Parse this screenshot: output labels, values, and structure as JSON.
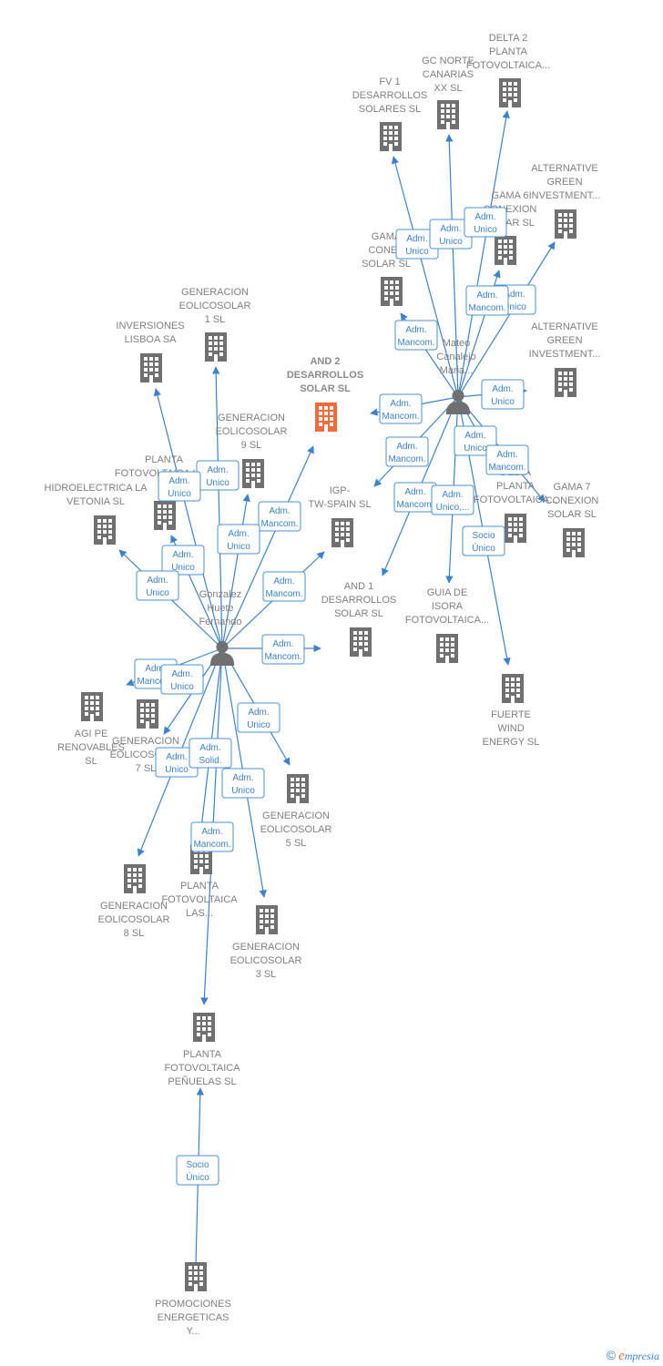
{
  "colors": {
    "edge": "#3b83d1",
    "building": "#707070",
    "focus": "#f06a3c",
    "person": "#707070",
    "label": "#7f7f7f"
  },
  "nodes": [
    {
      "id": "and2",
      "type": "company",
      "focus": true,
      "lines": [
        "AND 2",
        "DESARROLLOS",
        "SOLAR SL"
      ]
    },
    {
      "id": "delta2",
      "type": "company",
      "lines": [
        "DELTA 2",
        "PLANTA",
        "FOTOVOLTAICA..."
      ]
    },
    {
      "id": "gcnorte",
      "type": "company",
      "lines": [
        "GC NORTE",
        "CANARIAS",
        "XX SL"
      ]
    },
    {
      "id": "fv1",
      "type": "company",
      "lines": [
        "FV 1",
        "DESARROLLOS",
        "SOLARES SL"
      ]
    },
    {
      "id": "altgreen1",
      "type": "company",
      "lines": [
        "ALTERNATIVE",
        "GREEN",
        "INVESTMENT..."
      ]
    },
    {
      "id": "gama6",
      "type": "company",
      "lines": [
        "GAMA 6",
        "CONEXION",
        "SOLAR SL"
      ]
    },
    {
      "id": "gamaX",
      "type": "company",
      "lines": [
        "GAMA",
        "CONEX",
        "SOLAR SL"
      ]
    },
    {
      "id": "altgreen2",
      "type": "company",
      "lines": [
        "ALTERNATIVE",
        "GREEN",
        "INVESTMENT..."
      ]
    },
    {
      "id": "mateo",
      "type": "person",
      "lines": [
        "Mateo",
        "Canalejo",
        "Maria..."
      ]
    },
    {
      "id": "geneol1",
      "type": "company",
      "lines": [
        "GENERACION",
        "EOLICOSOLAR",
        "1 SL"
      ]
    },
    {
      "id": "invlisboa",
      "type": "company",
      "lines": [
        "INVERSIONES",
        "LISBOA SA"
      ]
    },
    {
      "id": "geneol9",
      "type": "company",
      "lines": [
        "GENERACION",
        "EOLICOSOLAR",
        "9 SL"
      ]
    },
    {
      "id": "plantafotov",
      "type": "company",
      "lines": [
        "PLANTA",
        "FOTOVOLTAICA LA..."
      ]
    },
    {
      "id": "hidro",
      "type": "company",
      "lines": [
        "HIDROELECTRICA LA",
        "VETONIA SL"
      ]
    },
    {
      "id": "igp",
      "type": "company",
      "lines": [
        "IGP-",
        "TW-SPAIN SL"
      ]
    },
    {
      "id": "and1",
      "type": "company",
      "lines": [
        "AND 1",
        "DESARROLLOS",
        "SOLAR SL"
      ]
    },
    {
      "id": "guia",
      "type": "company",
      "lines": [
        "GUIA DE",
        "ISORA",
        "FOTOVOLTAICA..."
      ]
    },
    {
      "id": "delta_planta",
      "type": "company",
      "lines": [
        "DELTA",
        "PLANTA",
        "FOTOVOLTAICA..."
      ]
    },
    {
      "id": "gama7",
      "type": "company",
      "lines": [
        "GAMA 7",
        "CONEXION",
        "SOLAR SL"
      ]
    },
    {
      "id": "fuerte",
      "type": "company",
      "lines": [
        "FUERTE",
        "WIND",
        "ENERGY SL"
      ]
    },
    {
      "id": "gonzalez",
      "type": "person",
      "lines": [
        "Gonzalez",
        "Huete",
        "Fernando"
      ]
    },
    {
      "id": "agipe",
      "type": "company",
      "lines": [
        "AGI PE",
        "RENOVABLES",
        "SL"
      ]
    },
    {
      "id": "geneol7",
      "type": "company",
      "lines": [
        "GENERACION",
        "EOLICOSOLAR",
        "7 SL"
      ]
    },
    {
      "id": "geneol5",
      "type": "company",
      "lines": [
        "GENERACION",
        "EOLICOSOLAR",
        "5 SL"
      ]
    },
    {
      "id": "geneol8",
      "type": "company",
      "lines": [
        "GENERACION",
        "EOLICOSOLAR",
        "8 SL"
      ]
    },
    {
      "id": "plantalas",
      "type": "company",
      "lines": [
        "PLANTA",
        "FOTOVOLTAICA",
        "LAS..."
      ]
    },
    {
      "id": "geneol3",
      "type": "company",
      "lines": [
        "GENERACION",
        "EOLICOSOLAR",
        "3 SL"
      ]
    },
    {
      "id": "penuelas",
      "type": "company",
      "lines": [
        "PLANTA",
        "FOTOVOLTAICA",
        "PEÑUELAS SL"
      ]
    },
    {
      "id": "promociones",
      "type": "company",
      "lines": [
        "PROMOCIONES",
        "ENERGETICAS",
        "Y..."
      ]
    }
  ],
  "relations": [
    {
      "id": "r_fv1",
      "lines": [
        "Adm.",
        "Unico"
      ]
    },
    {
      "id": "r_gcnorte",
      "lines": [
        "Adm.",
        "Unico"
      ]
    },
    {
      "id": "r_delta2",
      "lines": [
        "Adm.",
        "Unico"
      ]
    },
    {
      "id": "r_gama6",
      "lines": [
        "Adm.",
        "Unico"
      ]
    },
    {
      "id": "r_gama6b",
      "lines": [
        "Adm.",
        "Mancom."
      ]
    },
    {
      "id": "r_gamaX",
      "lines": [
        "Adm.",
        "Mancom."
      ]
    },
    {
      "id": "r_alt2",
      "lines": [
        "Adm.",
        "Unico"
      ]
    },
    {
      "id": "r_and2_m",
      "lines": [
        "Adm.",
        "Mancom."
      ]
    },
    {
      "id": "r_m_igp",
      "lines": [
        "Adm.",
        "Mancom."
      ]
    },
    {
      "id": "r_m_guia",
      "lines": [
        "Adm.",
        "Unico"
      ]
    },
    {
      "id": "r_m_delta",
      "lines": [
        "Adm.",
        "Mancom."
      ]
    },
    {
      "id": "r_m_and1",
      "lines": [
        "Adm.",
        "Mancom."
      ]
    },
    {
      "id": "r_m_unico2",
      "lines": [
        "Adm.",
        "Unico,..."
      ]
    },
    {
      "id": "r_fuerte",
      "lines": [
        "Socio",
        "Único"
      ]
    },
    {
      "id": "r_geneol9",
      "lines": [
        "Adm.",
        "Unico"
      ]
    },
    {
      "id": "r_plantala",
      "lines": [
        "Adm.",
        "Unico"
      ]
    },
    {
      "id": "r_and2_g",
      "lines": [
        "Adm.",
        "Mancom."
      ]
    },
    {
      "id": "r_geneol1",
      "lines": [
        "Adm.",
        "Unico"
      ]
    },
    {
      "id": "r_invlisboa",
      "lines": [
        "Adm.",
        "Unico"
      ]
    },
    {
      "id": "r_hidro",
      "lines": [
        "Adm.",
        "Unico"
      ]
    },
    {
      "id": "r_igp_g",
      "lines": [
        "Adm.",
        "Mancom."
      ]
    },
    {
      "id": "r_and1_g",
      "lines": [
        "Adm.",
        "Mancom."
      ]
    },
    {
      "id": "r_agipe",
      "lines": [
        "Adm.",
        "Mancom."
      ]
    },
    {
      "id": "r_geneol7",
      "lines": [
        "Adm.",
        "Unico"
      ]
    },
    {
      "id": "r_geneol5",
      "lines": [
        "Adm.",
        "Unico"
      ]
    },
    {
      "id": "r_geneol8",
      "lines": [
        "Adm.",
        "Unico"
      ]
    },
    {
      "id": "r_solid",
      "lines": [
        "Adm.",
        "Solid."
      ]
    },
    {
      "id": "r_geneol3",
      "lines": [
        "Adm.",
        "Unico"
      ]
    },
    {
      "id": "r_plantalas",
      "lines": [
        "Adm.",
        "Mancom."
      ]
    },
    {
      "id": "r_penuelas",
      "lines": [
        "Socio",
        "Único"
      ]
    }
  ],
  "footer": {
    "copyright": "©",
    "brand_initial": "e",
    "brand_rest": "mpresia"
  }
}
